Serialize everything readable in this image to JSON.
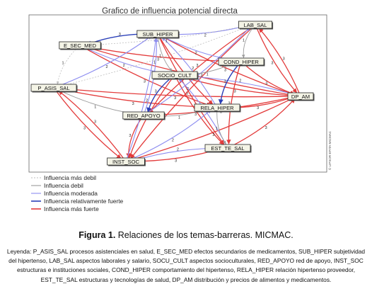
{
  "title": "Grafico de influencia potencial directa",
  "side_text": "© LIPSOR-EPITA-MICMAC",
  "nodes": [
    {
      "id": "P_ASIS_SAL"
    },
    {
      "id": "E_SEC_MED"
    },
    {
      "id": "SUB_HIPER"
    },
    {
      "id": "LAB_SAL"
    },
    {
      "id": "COND_HIPER"
    },
    {
      "id": "SOCIO_CULT"
    },
    {
      "id": "DP_AM"
    },
    {
      "id": "RELA_HIPER"
    },
    {
      "id": "RED_APOYO"
    },
    {
      "id": "EST_TE_SAL"
    },
    {
      "id": "INST_SOC"
    }
  ],
  "colors": {
    "muy_debil": "#bdbdbd",
    "debil": "#9a9a9a",
    "moderada": "#8c8cf0",
    "relativamente_fuerte": "#2a3fb8",
    "mas_fuerte": "#e33b3b"
  },
  "edges": [
    {
      "from": "E_SEC_MED",
      "to": "DP_AM",
      "kind": "mas_fuerte",
      "label": "3"
    },
    {
      "from": "E_SEC_MED",
      "to": "COND_HIPER",
      "kind": "mas_fuerte",
      "label": "3"
    },
    {
      "from": "E_SEC_MED",
      "to": "RELA_HIPER",
      "kind": "mas_fuerte",
      "label": "3"
    },
    {
      "from": "P_ASIS_SAL",
      "to": "DP_AM",
      "kind": "mas_fuerte",
      "label": "3"
    },
    {
      "from": "P_ASIS_SAL",
      "to": "RELA_HIPER",
      "kind": "mas_fuerte",
      "label": "3"
    },
    {
      "from": "P_ASIS_SAL",
      "to": "INST_SOC",
      "kind": "mas_fuerte",
      "label": "3"
    },
    {
      "from": "SUB_HIPER",
      "to": "DP_AM",
      "kind": "mas_fuerte",
      "label": "3"
    },
    {
      "from": "SUB_HIPER",
      "to": "EST_TE_SAL",
      "kind": "mas_fuerte",
      "label": "3"
    },
    {
      "from": "SUB_HIPER",
      "to": "RELA_HIPER",
      "kind": "mas_fuerte",
      "label": "3"
    },
    {
      "from": "LAB_SAL",
      "to": "DP_AM",
      "kind": "mas_fuerte",
      "label": "3"
    },
    {
      "from": "LAB_SAL",
      "to": "RED_APOYO",
      "kind": "mas_fuerte",
      "label": "3"
    },
    {
      "from": "LAB_SAL",
      "to": "INST_SOC",
      "kind": "mas_fuerte",
      "label": "3"
    },
    {
      "from": "COND_HIPER",
      "to": "DP_AM",
      "kind": "mas_fuerte",
      "label": "3"
    },
    {
      "from": "COND_HIPER",
      "to": "EST_TE_SAL",
      "kind": "mas_fuerte",
      "label": "3"
    },
    {
      "from": "SOCIO_CULT",
      "to": "DP_AM",
      "kind": "mas_fuerte",
      "label": "3"
    },
    {
      "from": "SOCIO_CULT",
      "to": "EST_TE_SAL",
      "kind": "mas_fuerte",
      "label": "3"
    },
    {
      "from": "SOCIO_CULT",
      "to": "INST_SOC",
      "kind": "mas_fuerte",
      "label": "3"
    },
    {
      "from": "RED_APOYO",
      "to": "DP_AM",
      "kind": "mas_fuerte",
      "label": "3"
    },
    {
      "from": "RED_APOYO",
      "to": "INST_SOC",
      "kind": "mas_fuerte",
      "label": "3"
    },
    {
      "from": "INST_SOC",
      "to": "DP_AM",
      "kind": "mas_fuerte",
      "label": "3"
    },
    {
      "from": "INST_SOC",
      "to": "EST_TE_SAL",
      "kind": "mas_fuerte",
      "label": "3"
    },
    {
      "from": "EST_TE_SAL",
      "to": "DP_AM",
      "kind": "mas_fuerte",
      "label": "3"
    },
    {
      "from": "DP_AM",
      "to": "LAB_SAL",
      "kind": "mas_fuerte",
      "label": "3"
    },
    {
      "from": "RELA_HIPER",
      "to": "DP_AM",
      "kind": "mas_fuerte",
      "label": "3"
    },
    {
      "from": "INST_SOC",
      "to": "P_ASIS_SAL",
      "kind": "mas_fuerte",
      "label": "3"
    },
    {
      "from": "SUB_HIPER",
      "to": "LAB_SAL",
      "kind": "moderada",
      "label": "2"
    },
    {
      "from": "SUB_HIPER",
      "to": "COND_HIPER",
      "kind": "moderada",
      "label": "2"
    },
    {
      "from": "P_ASIS_SAL",
      "to": "SUB_HIPER",
      "kind": "moderada",
      "label": "2"
    },
    {
      "from": "RED_APOYO",
      "to": "SUB_HIPER",
      "kind": "moderada",
      "label": "2"
    },
    {
      "from": "RED_APOYO",
      "to": "LAB_SAL",
      "kind": "moderada",
      "label": "2"
    },
    {
      "from": "INST_SOC",
      "to": "SUB_HIPER",
      "kind": "moderada",
      "label": "2"
    },
    {
      "from": "EST_TE_SAL",
      "to": "SOCIO_CULT",
      "kind": "moderada",
      "label": "2"
    },
    {
      "from": "RELA_HIPER",
      "to": "SUB_HIPER",
      "kind": "moderada",
      "label": "2"
    },
    {
      "from": "INST_SOC",
      "to": "RELA_HIPER",
      "kind": "moderada",
      "label": "2"
    },
    {
      "from": "DP_AM",
      "to": "SOCIO_CULT",
      "kind": "moderada",
      "label": "2"
    },
    {
      "from": "E_SEC_MED",
      "to": "SOCIO_CULT",
      "kind": "moderada",
      "label": "2"
    },
    {
      "from": "EST_TE_SAL",
      "to": "INST_SOC",
      "kind": "moderada",
      "label": "2"
    },
    {
      "from": "SOCIO_CULT",
      "to": "RED_APOYO",
      "kind": "relativamente_fuerte",
      "label": "3"
    },
    {
      "from": "SUB_HIPER",
      "to": "E_SEC_MED",
      "kind": "relativamente_fuerte",
      "label": "3"
    },
    {
      "from": "COND_HIPER",
      "to": "RELA_HIPER",
      "kind": "relativamente_fuerte",
      "label": "3"
    },
    {
      "from": "E_SEC_MED",
      "to": "LAB_SAL",
      "kind": "muy_debil",
      "label": "1"
    },
    {
      "from": "P_ASIS_SAL",
      "to": "LAB_SAL",
      "kind": "muy_debil",
      "label": "1"
    },
    {
      "from": "E_SEC_MED",
      "to": "P_ASIS_SAL",
      "kind": "muy_debil",
      "label": "1"
    },
    {
      "from": "SUB_HIPER",
      "to": "SOCIO_CULT",
      "kind": "debil",
      "label": "1"
    },
    {
      "from": "LAB_SAL",
      "to": "COND_HIPER",
      "kind": "debil",
      "label": "1"
    },
    {
      "from": "SOCIO_CULT",
      "to": "COND_HIPER",
      "kind": "debil",
      "label": "1"
    },
    {
      "from": "RED_APOYO",
      "to": "RELA_HIPER",
      "kind": "debil",
      "label": "1"
    },
    {
      "from": "P_ASIS_SAL",
      "to": "RED_APOYO",
      "kind": "debil",
      "label": "1"
    },
    {
      "from": "RELA_HIPER",
      "to": "EST_TE_SAL",
      "kind": "debil",
      "label": "1"
    }
  ],
  "legend": [
    {
      "kind": "muy_debil",
      "label": "Influencia más debil"
    },
    {
      "kind": "debil",
      "label": "Influencia debil"
    },
    {
      "kind": "moderada",
      "label": "Influencia moderada"
    },
    {
      "kind": "relativamente_fuerte",
      "label": "Influencia relativamente fuerte"
    },
    {
      "kind": "mas_fuerte",
      "label": "Influencia más fuerte"
    }
  ],
  "caption": {
    "bold": "Figura 1.",
    "text": " Relaciones de los temas-barreras. MICMAC."
  },
  "leyenda": "Leyenda: P_ASIS_SAL procesos asistenciales en salud, E_SEC_MED efectos secundarios de medicamentos, SUB_HIPER subjetividad del hipertenso, LAB_SAL aspectos laborales y salario, SOCU_CULT aspectos socioculturales, RED_APOYO red de apoyo, INST_SOC estructuras e instituciones sociales, COND_HIPER comportamiento del hipertenso, RELA_HIPER relación hipertenso proveedor, EST_TE_SAL estructuras y tecnologías de salud, DP_AM distribución y precios de alimentos y medicamentos."
}
